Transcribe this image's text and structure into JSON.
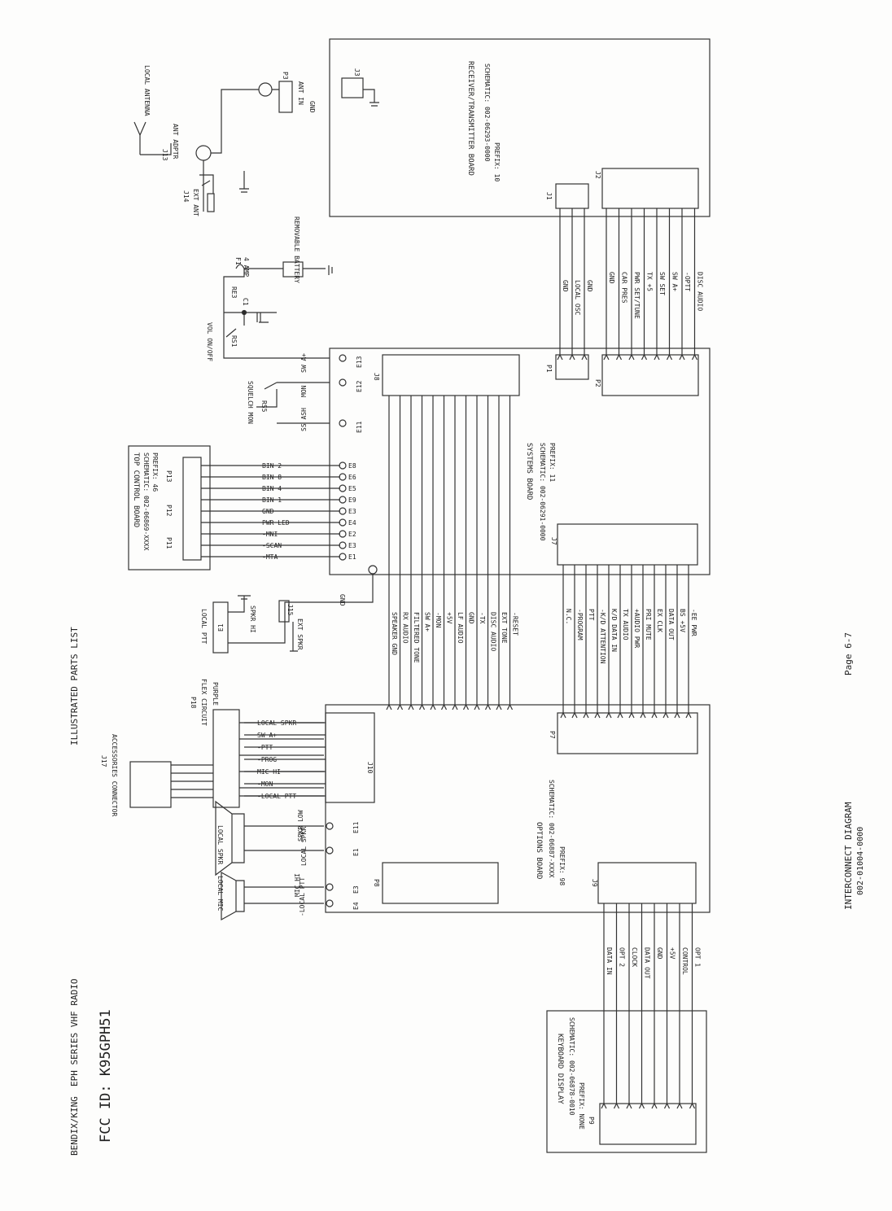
{
  "header": {
    "series": "EPH SERIES VHF RADIO",
    "fcc_id": "FCC ID: K95GPH51",
    "parts_list": "ILLUSTRATED PARTS LIST",
    "page": "Page 6-7",
    "diagram_title": "INTERCONNECT DIAGRAM",
    "diagram_number": "002-01004-0000",
    "manufacturer": "BENDIX/KING"
  },
  "antenna": {
    "local_antenna": "LOCAL ANTENNA",
    "j13": "J13",
    "ant_adptr": "ANT ADPTR",
    "j14": "J14",
    "ext_ant": "EXT ANT",
    "p3": "P3",
    "ant_in": "ANT IN",
    "gnd": "GND"
  },
  "rx_board": {
    "title": "RECEIVER/TRANSMITTER BOARD",
    "schematic": "SCHEMATIC: 002-06293-0000",
    "prefix": "PREFIX: 10",
    "j1": "J1",
    "j2": "J2",
    "j3": "J3"
  },
  "battery": {
    "f1": "F1",
    "amp": "4 AMP",
    "label": "REMOVABLE BATTERY",
    "re3": "RE3",
    "c1": "C1",
    "rs1": "RS1",
    "vol": "VOL ON/OFF"
  },
  "p1_signals": [
    "GND",
    "LOCAL OSC",
    "GND"
  ],
  "p2_signals": [
    "GND",
    "CAR PRES",
    "PWR SET/TUNE",
    "TX +5",
    "SW SET",
    "SW A+",
    "-OPTT",
    "DISC AUDIO"
  ],
  "systems_board": {
    "title": "SYSTEMS BOARD",
    "schematic": "SCHEMATIC: 002-06291-0000",
    "prefix": "PREFIX: 11",
    "j8": "J8",
    "j7": "J7",
    "p1": "P1",
    "p2": "P2",
    "e13": "E13",
    "sw_a_plus": "SW A+",
    "e12": "E12",
    "mon": "MON",
    "squelch": "SQUELCH MON",
    "rs5": "RS5",
    "e11": "E11",
    "ss_ash": "SS ASH"
  },
  "top_control": {
    "title": "TOP CONTROL BOARD",
    "schematic": "SCHEMATIC: 002-06869-XXXX",
    "prefix": "PREFIX: 46",
    "p11": "P11",
    "p12": "P12",
    "p13": "P13",
    "signals": [
      "BIN 2",
      "BIN 8",
      "BIN 4",
      "BIN 1",
      "GND",
      "PWR LED",
      "-MNI",
      "-SCAN",
      "-MTA"
    ],
    "pads": [
      "E8",
      "E6",
      "E5",
      "E9",
      "E3",
      "E4",
      "E2",
      "E3",
      "E1"
    ]
  },
  "j8_signals": [
    "SPEAKER GND",
    "RX AUDIO",
    "FILTERED TONE",
    "SW A+",
    "-MON",
    "+5V",
    "LF AUDIO",
    "GND",
    "-TX",
    "DISC AUDIO",
    "EXT TONE",
    "-RESET"
  ],
  "j7_signals": [
    "N.C.",
    "-PROGRAM",
    "PTT",
    "-K/D ATTENTION",
    "K/D DATA IN",
    "TX AUDIO",
    "+AUDIO PWR",
    "PRI MUTE",
    "EX CLK",
    "DATA OUT",
    "BS +5V",
    "-EE PWR"
  ],
  "accessories": {
    "j17": "J17",
    "connector": "ACCESSORIES CONNECTOR",
    "p18": "P18",
    "flex": "FLEX CIRCUIT",
    "purple": "PURPLE",
    "local_ptt": "LOCAL PTT",
    "e1": "E1",
    "spkr_hi": "SPKR HI",
    "j15": "J15",
    "ext_spkr": "EXT SPKR",
    "gnd": "GND",
    "j10_signals": [
      "LOCAL SPKR",
      "SW A+",
      "-PTT",
      "-PROG",
      "MIC HI",
      "-MON",
      "-LOCAL PTT"
    ],
    "j10": "J10"
  },
  "speakers": {
    "local_spkr": "LOCAL SPKR",
    "spkr_low": "SPKR LOW",
    "local_spkr_line": "LOCAL SPKR",
    "local_mic": "LOCAL MIC",
    "mic_hi": "MIC HI",
    "local_ptt_line": "-LOCAL PTT",
    "e11": "E11",
    "e1": "E1",
    "e3": "E3",
    "e4": "E4"
  },
  "options_board": {
    "title": "OPTIONS BOARD",
    "schematic": "SCHEMATIC: 002-06887-XXXX",
    "prefix": "PREFIX: 98",
    "p7": "P7",
    "p8": "P8",
    "j9": "J9"
  },
  "j9_signals": [
    "DATA IN",
    "OPT 2",
    "CLOCK",
    "DATA OUT",
    "GND",
    "+5V",
    "CONTROL",
    "OPT 1"
  ],
  "keyboard": {
    "title": "KEYBOARD DISPLAY",
    "schematic": "SCHEMATIC: 002-06878-0010",
    "prefix": "PREFIX: NONE",
    "p9": "P9"
  }
}
